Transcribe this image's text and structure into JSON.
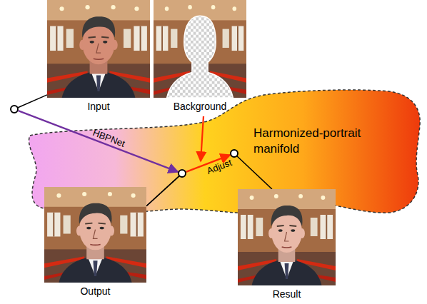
{
  "diagram": {
    "nodes": [
      {
        "text": [
          "Input"
        ]
      },
      {
        "text": [
          "Background"
        ]
      },
      {
        "text": [
          "Harmonized-portrait manifold"
        ]
      },
      {
        "text": [
          "Output"
        ]
      },
      {
        "text": [
          "Result"
        ]
      }
    ],
    "edges": [
      {
        "from": 0,
        "to": 3,
        "label": "HBPNet",
        "arrow": "to"
      },
      {
        "from": 3,
        "to": 4,
        "label": "Adjust",
        "arrow": "to"
      }
    ]
  }
}
